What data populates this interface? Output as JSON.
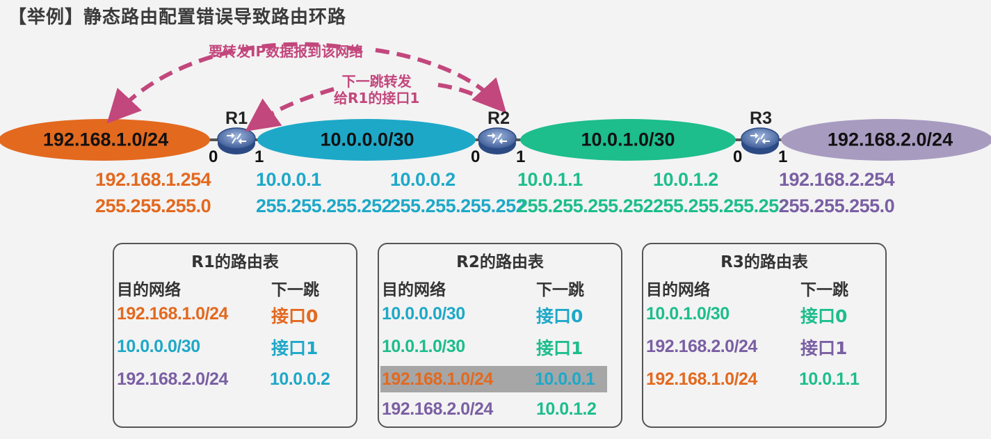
{
  "title": "【举例】静态路由配置错误导致路由环路",
  "colors": {
    "orange": "#e3691f",
    "blue": "#1ea8c8",
    "green": "#1dbd8c",
    "purple": "#7a5fa3",
    "arrow": "#c2477c"
  },
  "annotations": {
    "forward_to": "要转发IP数据报到该网络",
    "next_hop_line1": "下一跳转发",
    "next_hop_line2": "给R1的接口1"
  },
  "networks": {
    "n1": "192.168.1.0/24",
    "n2": "10.0.0.0/30",
    "n3": "10.0.1.0/30",
    "n4": "192.168.2.0/24"
  },
  "routers": {
    "r1": {
      "label": "R1",
      "port_left": "0",
      "port_right": "1"
    },
    "r2": {
      "label": "R2",
      "port_left": "0",
      "port_right": "1"
    },
    "r3": {
      "label": "R3",
      "port_left": "0",
      "port_right": "1"
    }
  },
  "addresses": {
    "a1": {
      "ip": "192.168.1.254",
      "mask": "255.255.255.0"
    },
    "a2": {
      "ip": "10.0.0.1",
      "mask": "255.255.255.252"
    },
    "a3": {
      "ip": "10.0.0.2",
      "mask": "255.255.255.252"
    },
    "a4": {
      "ip": "10.0.1.1",
      "mask": "255.255.255.252"
    },
    "a5": {
      "ip": "10.0.1.2",
      "mask": "255.255.255.252"
    },
    "a6": {
      "ip": "192.168.2.254",
      "mask": "255.255.255.0"
    }
  },
  "tables": {
    "headers": {
      "dest": "目的网络",
      "next": "下一跳"
    },
    "r1": {
      "title": "R1的路由表",
      "rows": [
        {
          "dest": "192.168.1.0/24",
          "next": "接口0"
        },
        {
          "dest": "10.0.0.0/30",
          "next": "接口1"
        },
        {
          "dest": "192.168.2.0/24",
          "next": "10.0.0.2"
        }
      ]
    },
    "r2": {
      "title": "R2的路由表",
      "rows": [
        {
          "dest": "10.0.0.0/30",
          "next": "接口0"
        },
        {
          "dest": "10.0.1.0/30",
          "next": "接口1"
        },
        {
          "dest": "192.168.1.0/24",
          "next": "10.0.0.1"
        },
        {
          "dest": "192.168.2.0/24",
          "next": "10.0.1.2"
        }
      ]
    },
    "r3": {
      "title": "R3的路由表",
      "rows": [
        {
          "dest": "10.0.1.0/30",
          "next": "接口0"
        },
        {
          "dest": "192.168.2.0/24",
          "next": "接口1"
        },
        {
          "dest": "192.168.1.0/24",
          "next": "10.0.1.1"
        }
      ]
    }
  }
}
